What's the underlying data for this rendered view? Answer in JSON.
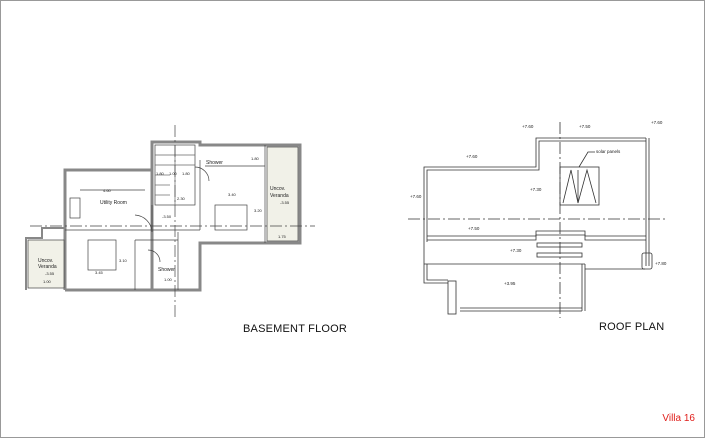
{
  "basement": {
    "title": "BASEMENT FLOOR",
    "rooms": {
      "utility": "Utility Room",
      "shower_top": "Shower",
      "shower_bottom": "Shower",
      "veranda_right": [
        "Uncov.",
        "Veranda"
      ],
      "veranda_left": [
        "Uncov.",
        "Veranda"
      ]
    },
    "dimensions": [
      "4.60",
      "2.30",
      "3.40",
      "3.20",
      "1.75",
      "3.45",
      "3.10",
      "1.00",
      "1.80",
      "1.00",
      "1.80",
      "1.80",
      "1.00"
    ],
    "levels": [
      "-3.50",
      "-3.55",
      "-3.55"
    ]
  },
  "roof": {
    "title": "ROOF PLAN",
    "annotation": "solar panels",
    "levels": [
      "+7.60",
      "+7.50",
      "+7.60",
      "+7.60",
      "+7.60",
      "+7.50",
      "+7.30",
      "+7.30",
      "+3.95",
      "+7.80"
    ]
  },
  "project": {
    "label": "Villa 16",
    "color": "#e0201c"
  }
}
